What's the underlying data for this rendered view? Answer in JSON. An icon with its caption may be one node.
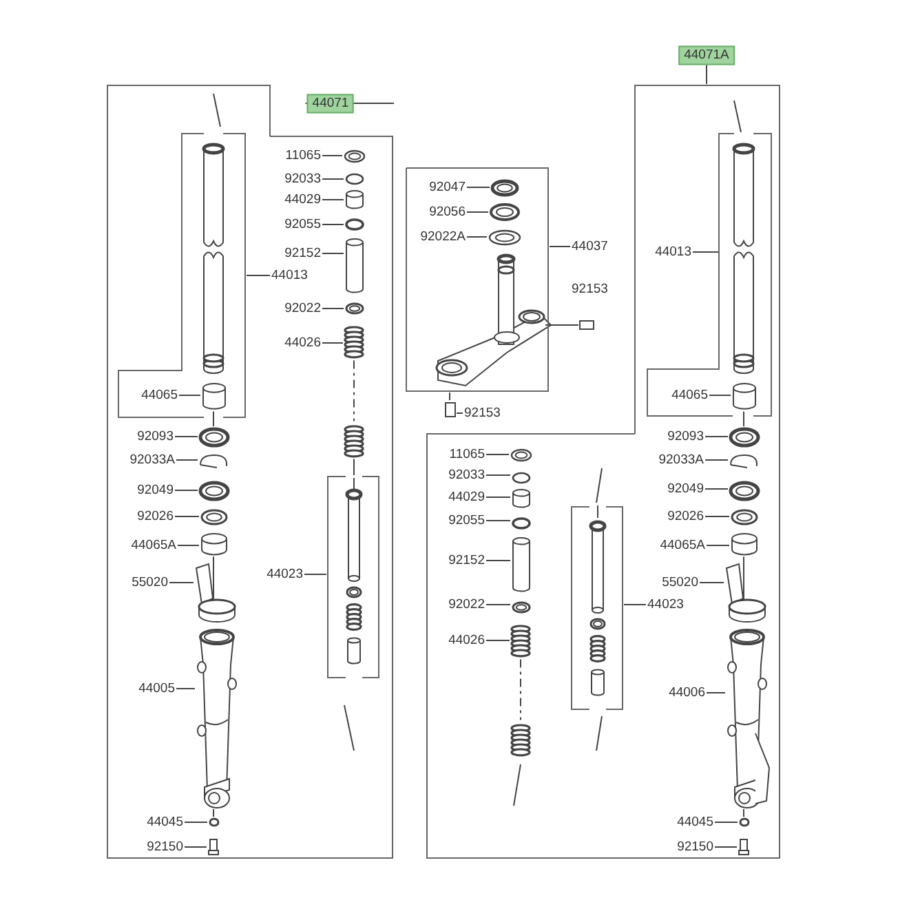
{
  "diagram": {
    "nodes": [
      {
        "text": [
          "44071"
        ]
      },
      {
        "text": [],
        "shape": "box"
      },
      {
        "text": [
          "11065"
        ],
        "in": 1
      },
      {
        "text": [],
        "shape": "picture",
        "in": 1
      },
      {
        "text": [
          "92033"
        ],
        "in": 1
      },
      {
        "text": [],
        "shape": "circle",
        "in": 1
      },
      {
        "text": [
          "44029"
        ],
        "in": 1
      },
      {
        "text": [],
        "shape": "cylinder",
        "in": 1
      },
      {
        "text": [
          "92055"
        ],
        "in": 1
      },
      {
        "text": [],
        "shape": "circle",
        "in": 1
      },
      {
        "text": [
          "92152"
        ],
        "in": 1
      },
      {
        "text": [],
        "shape": "cylinder",
        "in": 1
      },
      {
        "text": [
          "44013"
        ],
        "in": 1
      },
      {
        "text": [],
        "shape": "box",
        "in": 1
      },
      {
        "text": [
          "92022"
        ],
        "in": 1
      },
      {
        "text": [],
        "shape": "picture",
        "in": 1
      },
      {
        "text": [
          "44026"
        ],
        "in": 1
      },
      {
        "text": [],
        "shape": "picture",
        "in": 1
      },
      {
        "text": [
          "44065"
        ],
        "in": 13
      },
      {
        "text": [],
        "shape": "cylinder",
        "in": 13
      },
      {
        "text": [
          "92093"
        ],
        "in": 1
      },
      {
        "text": [],
        "shape": "picture",
        "in": 1
      },
      {
        "text": [
          "92033A"
        ],
        "in": 1
      },
      {
        "text": [],
        "shape": "picture",
        "in": 1
      },
      {
        "text": [
          "92049"
        ],
        "in": 1
      },
      {
        "text": [],
        "shape": "picture",
        "in": 1
      },
      {
        "text": [
          "92026"
        ],
        "in": 1
      },
      {
        "text": [],
        "shape": "picture",
        "in": 1
      },
      {
        "text": [
          "44065A"
        ],
        "in": 1
      },
      {
        "text": [],
        "shape": "cylinder",
        "in": 1
      },
      {
        "text": [
          "44023"
        ],
        "in": 1
      },
      {
        "text": [],
        "shape": "box",
        "in": 1
      },
      {
        "text": [
          "55020"
        ],
        "in": 1
      },
      {
        "text": [],
        "shape": "picture",
        "in": 1
      },
      {
        "text": [
          "44005"
        ],
        "in": 1
      },
      {
        "text": [],
        "shape": "picture",
        "in": 1
      },
      {
        "text": [
          "44045"
        ],
        "in": 1
      },
      {
        "text": [],
        "shape": "circle",
        "in": 1
      },
      {
        "text": [
          "92150"
        ],
        "in": 1
      },
      {
        "text": [],
        "shape": "box",
        "in": 1
      },
      {
        "text": [],
        "shape": "box"
      },
      {
        "text": [
          "92047"
        ],
        "in": 40
      },
      {
        "text": [],
        "shape": "picture",
        "in": 40
      },
      {
        "text": [
          "92056"
        ],
        "in": 40
      },
      {
        "text": [],
        "shape": "picture",
        "in": 40
      },
      {
        "text": [
          "92022A"
        ],
        "in": 40
      },
      {
        "text": [],
        "shape": "picture",
        "in": 40
      },
      {
        "text": [
          "44037"
        ]
      },
      {
        "text": [
          "92153"
        ]
      },
      {
        "text": [],
        "shape": "box"
      },
      {
        "text": [
          "44071A"
        ]
      },
      {
        "text": [],
        "shape": "box"
      },
      {
        "text": [],
        "shape": "box",
        "in": 51
      },
      {
        "text": [
          "44013"
        ],
        "in": 52
      },
      {
        "text": [
          "44065"
        ],
        "in": 52
      },
      {
        "text": [],
        "shape": "cylinder",
        "in": 52
      },
      {
        "text": [
          "92093"
        ],
        "in": 51
      },
      {
        "text": [],
        "shape": "picture",
        "in": 51
      },
      {
        "text": [
          "11065"
        ],
        "in": 51
      },
      {
        "text": [],
        "shape": "picture",
        "in": 51
      },
      {
        "text": [
          "92033A"
        ],
        "in": 51
      },
      {
        "text": [],
        "shape": "picture",
        "in": 51
      },
      {
        "text": [
          "92033"
        ],
        "in": 51
      },
      {
        "text": [],
        "shape": "circle",
        "in": 51
      },
      {
        "text": [
          "92049"
        ],
        "in": 51
      },
      {
        "text": [],
        "shape": "picture",
        "in": 51
      },
      {
        "text": [
          "44029"
        ],
        "in": 51
      },
      {
        "text": [],
        "shape": "cylinder",
        "in": 51
      },
      {
        "text": [
          "92026"
        ],
        "in": 51
      },
      {
        "text": [],
        "shape": "picture",
        "in": 51
      },
      {
        "text": [
          "92055"
        ],
        "in": 51
      },
      {
        "text": [],
        "shape": "circle",
        "in": 51
      },
      {
        "text": [
          "44065A"
        ],
        "in": 51
      },
      {
        "text": [],
        "shape": "cylinder",
        "in": 51
      },
      {
        "text": [
          "92152"
        ],
        "in": 51
      },
      {
        "text": [],
        "shape": "cylinder",
        "in": 51
      },
      {
        "text": [
          "55020"
        ],
        "in": 51
      },
      {
        "text": [],
        "shape": "picture",
        "in": 51
      },
      {
        "text": [
          "92022"
        ],
        "in": 51
      },
      {
        "text": [],
        "shape": "picture",
        "in": 51
      },
      {
        "text": [
          "44023"
        ],
        "in": 51
      },
      {
        "text": [],
        "shape": "box",
        "in": 51
      },
      {
        "text": [
          "44026"
        ],
        "in": 51
      },
      {
        "text": [],
        "shape": "picture",
        "in": 51
      },
      {
        "text": [
          "44006"
        ],
        "in": 51
      },
      {
        "text": [],
        "shape": "picture",
        "in": 51
      },
      {
        "text": [
          "44045"
        ],
        "in": 51
      },
      {
        "text": [],
        "shape": "circle",
        "in": 51
      },
      {
        "text": [
          "92150"
        ],
        "in": 51
      },
      {
        "text": [],
        "shape": "box",
        "in": 51
      }
    ],
    "edges": [
      {
        "from": 0,
        "to": 1,
        "arrow": "none"
      },
      {
        "from": 2,
        "to": 3,
        "arrow": "none"
      },
      {
        "from": 4,
        "to": 5,
        "arrow": "none"
      },
      {
        "from": 6,
        "to": 7,
        "arrow": "none"
      },
      {
        "from": 8,
        "to": 9,
        "arrow": "none"
      },
      {
        "from": 10,
        "to": 11,
        "arrow": "none"
      },
      {
        "from": 12,
        "to": 13,
        "arrow": "none"
      },
      {
        "from": 14,
        "to": 15,
        "arrow": "none"
      },
      {
        "from": 16,
        "to": 17,
        "arrow": "none"
      },
      {
        "from": 18,
        "to": 19,
        "arrow": "none"
      },
      {
        "from": 20,
        "to": 21,
        "arrow": "none"
      },
      {
        "from": 22,
        "to": 23,
        "arrow": "none"
      },
      {
        "from": 24,
        "to": 25,
        "arrow": "none"
      },
      {
        "from": 26,
        "to": 27,
        "arrow": "none"
      },
      {
        "from": 28,
        "to": 29,
        "arrow": "none"
      },
      {
        "from": 30,
        "to": 31,
        "arrow": "none"
      },
      {
        "from": 32,
        "to": 33,
        "arrow": "none"
      },
      {
        "from": 34,
        "to": 35,
        "arrow": "none"
      },
      {
        "from": 36,
        "to": 37,
        "arrow": "none"
      },
      {
        "from": 38,
        "to": 39,
        "arrow": "none"
      },
      {
        "from": 41,
        "to": 42,
        "arrow": "none"
      },
      {
        "from": 43,
        "to": 44,
        "arrow": "none"
      },
      {
        "from": 45,
        "to": 46,
        "arrow": "none"
      },
      {
        "from": 47,
        "to": 40,
        "arrow": "none"
      },
      {
        "from": 48,
        "to": 49,
        "arrow": "none"
      },
      {
        "from": 50,
        "to": 51,
        "arrow": "none"
      },
      {
        "from": 53,
        "to": 52,
        "arrow": "none"
      },
      {
        "from": 54,
        "to": 55,
        "arrow": "none"
      },
      {
        "from": 56,
        "to": 57,
        "arrow": "none"
      },
      {
        "from": 58,
        "to": 59,
        "arrow": "none"
      },
      {
        "from": 60,
        "to": 61,
        "arrow": "none"
      },
      {
        "from": 62,
        "to": 63,
        "arrow": "none"
      },
      {
        "from": 64,
        "to": 65,
        "arrow": "none"
      },
      {
        "from": 66,
        "to": 67,
        "arrow": "none"
      },
      {
        "from": 68,
        "to": 69,
        "arrow": "none"
      },
      {
        "from": 70,
        "to": 71,
        "arrow": "none"
      },
      {
        "from": 72,
        "to": 73,
        "arrow": "none"
      },
      {
        "from": 74,
        "to": 75,
        "arrow": "none"
      },
      {
        "from": 76,
        "to": 77,
        "arrow": "none"
      },
      {
        "from": 78,
        "to": 79,
        "arrow": "none"
      },
      {
        "from": 80,
        "to": 81,
        "arrow": "none"
      },
      {
        "from": 82,
        "to": 83,
        "arrow": "none"
      },
      {
        "from": 84,
        "to": 85,
        "arrow": "none"
      },
      {
        "from": 86,
        "to": 87,
        "arrow": "none"
      },
      {
        "from": 88,
        "to": 89,
        "arrow": "none"
      },
      {
        "from": 19,
        "to": 21,
        "arrow": "none"
      },
      {
        "from": 29,
        "to": 33,
        "arrow": "none"
      },
      {
        "from": 35,
        "to": 37,
        "arrow": "none"
      },
      {
        "from": 17,
        "to": 31,
        "arrow": "none"
      },
      {
        "from": 40,
        "to": 49,
        "arrow": "none"
      },
      {
        "from": 55,
        "to": 57,
        "arrow": "none"
      },
      {
        "from": 73,
        "to": 77,
        "arrow": "none"
      },
      {
        "from": 85,
        "to": 87,
        "arrow": "none"
      }
    ],
    "labels": [
      "92153"
    ]
  }
}
